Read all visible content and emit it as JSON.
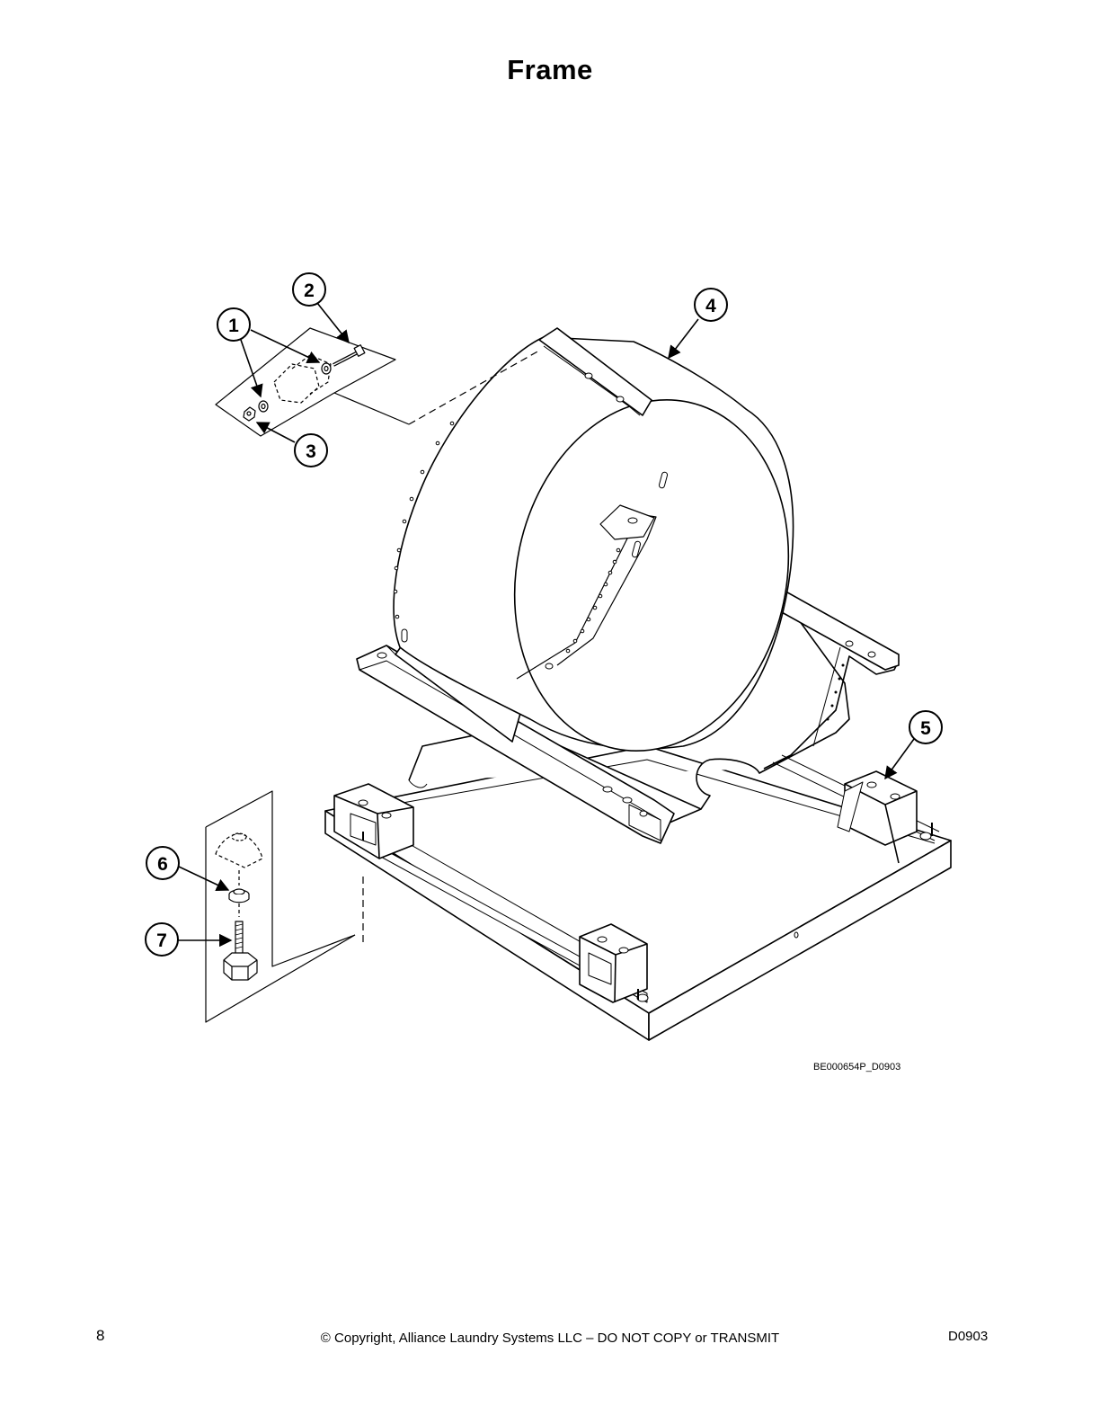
{
  "title": "Frame",
  "callouts": [
    "1",
    "2",
    "3",
    "4",
    "5",
    "6",
    "7"
  ],
  "drawing_id": "BE000654P_D0903",
  "footer": {
    "page_number": "8",
    "copyright": "© Copyright, Alliance Laundry Systems LLC – DO NOT COPY or TRANSMIT",
    "doc_code": "D0903"
  }
}
